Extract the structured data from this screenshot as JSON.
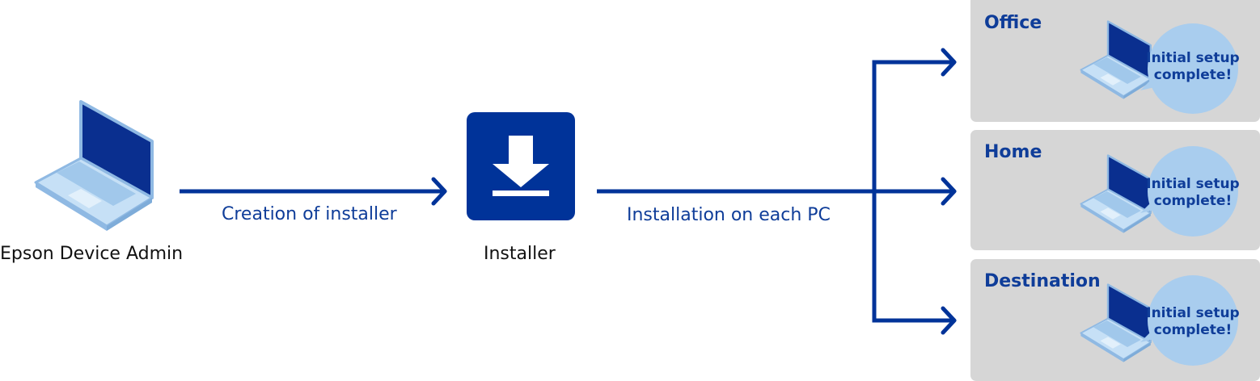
{
  "left_node": {
    "label": "Epson Device Admin",
    "icon": "laptop-icon"
  },
  "arrow_1": {
    "label": "Creation of installer"
  },
  "middle_node": {
    "label": "Installer",
    "icon": "download-icon"
  },
  "arrow_2": {
    "label": "Installation on each PC"
  },
  "destinations": [
    {
      "title": "Office",
      "status": [
        "Initial setup",
        "complete!"
      ]
    },
    {
      "title": "Home",
      "status": [
        "Initial setup",
        "complete!"
      ]
    },
    {
      "title": "Destination",
      "status": [
        "Initial setup",
        "complete!"
      ]
    }
  ],
  "colors": {
    "primary_blue": "#003399",
    "label_blue": "#0f3d99",
    "laptop_light": "#b9d8f3",
    "bubble": "#a9cdee",
    "panel_gray": "#d6d6d6"
  }
}
